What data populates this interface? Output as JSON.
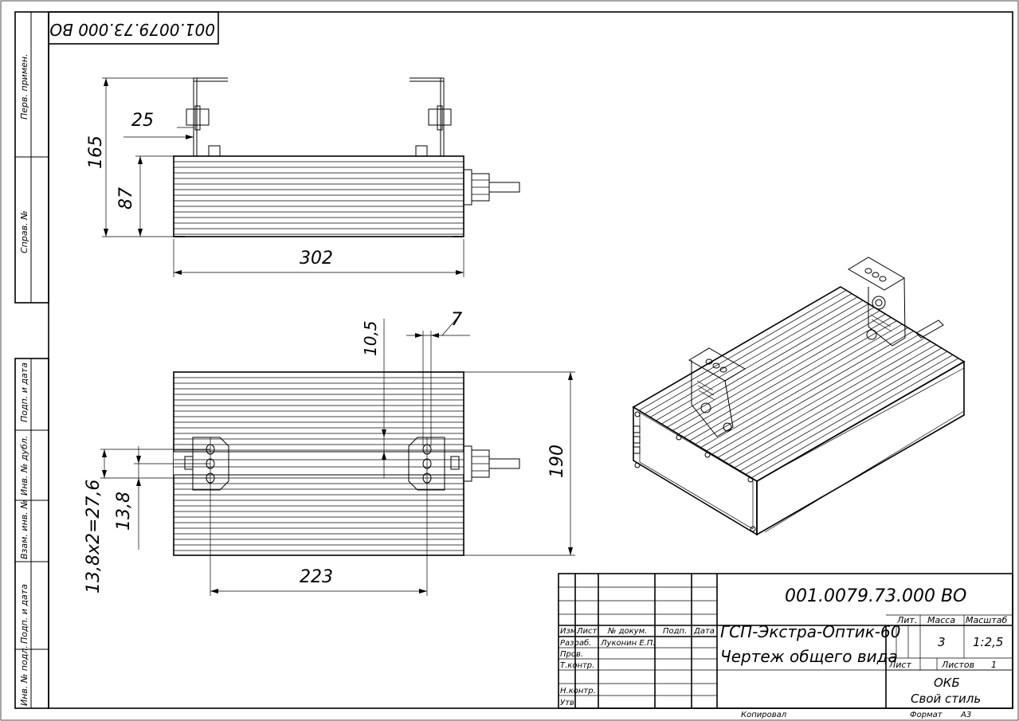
{
  "drawing": {
    "doc_code": "001.0079.73.000 ВО",
    "doc_code_stamp": "001.0079.73.000 ВО",
    "name_line1": "ГСП-Экстра-Оптик-60",
    "name_line2": "Чертеж общего вида"
  },
  "side_strip": {
    "perv_primen": "Перв. примен.",
    "sprav_no": "Справ. №",
    "podp_data_1": "Подп. и дата",
    "inv_dubl": "Инв. № дубл.",
    "vzam_inv": "Взам. инв. №",
    "podp_data_2": "Подп. и дата",
    "inv_podl": "Инв. № подл."
  },
  "dimensions": {
    "top_view": {
      "d25": "25",
      "d165": "165",
      "d87": "87",
      "d302": "302"
    },
    "bottom_view": {
      "d10_5": "10,5",
      "d7": "7",
      "d190": "190",
      "d13_8": "13,8",
      "d27_6": "13,8х2=27,6",
      "d223": "223"
    }
  },
  "title_block": {
    "col_izm": "Изм.",
    "col_list": "Лист",
    "col_docum": "№ докум.",
    "col_podp": "Подп.",
    "col_data": "Дата",
    "razrab": "Разраб.",
    "razrab_name": "Луконин Е.П.",
    "prov": "Пров.",
    "tkontr": "Т.контр.",
    "nkontr": "Н.контр.",
    "utv": "Утв.",
    "lit": "Лит.",
    "massa": "Масса",
    "masshtab": "Масштаб",
    "massa_value": "3",
    "masshtab_value": "1:2,5",
    "list": "Лист",
    "listov": "Листов",
    "listov_value": "1",
    "org_line1": "ОКБ",
    "org_line2": "Свой стиль",
    "kopiroval": "Копировал",
    "format": "Формат",
    "format_value": "А3"
  }
}
